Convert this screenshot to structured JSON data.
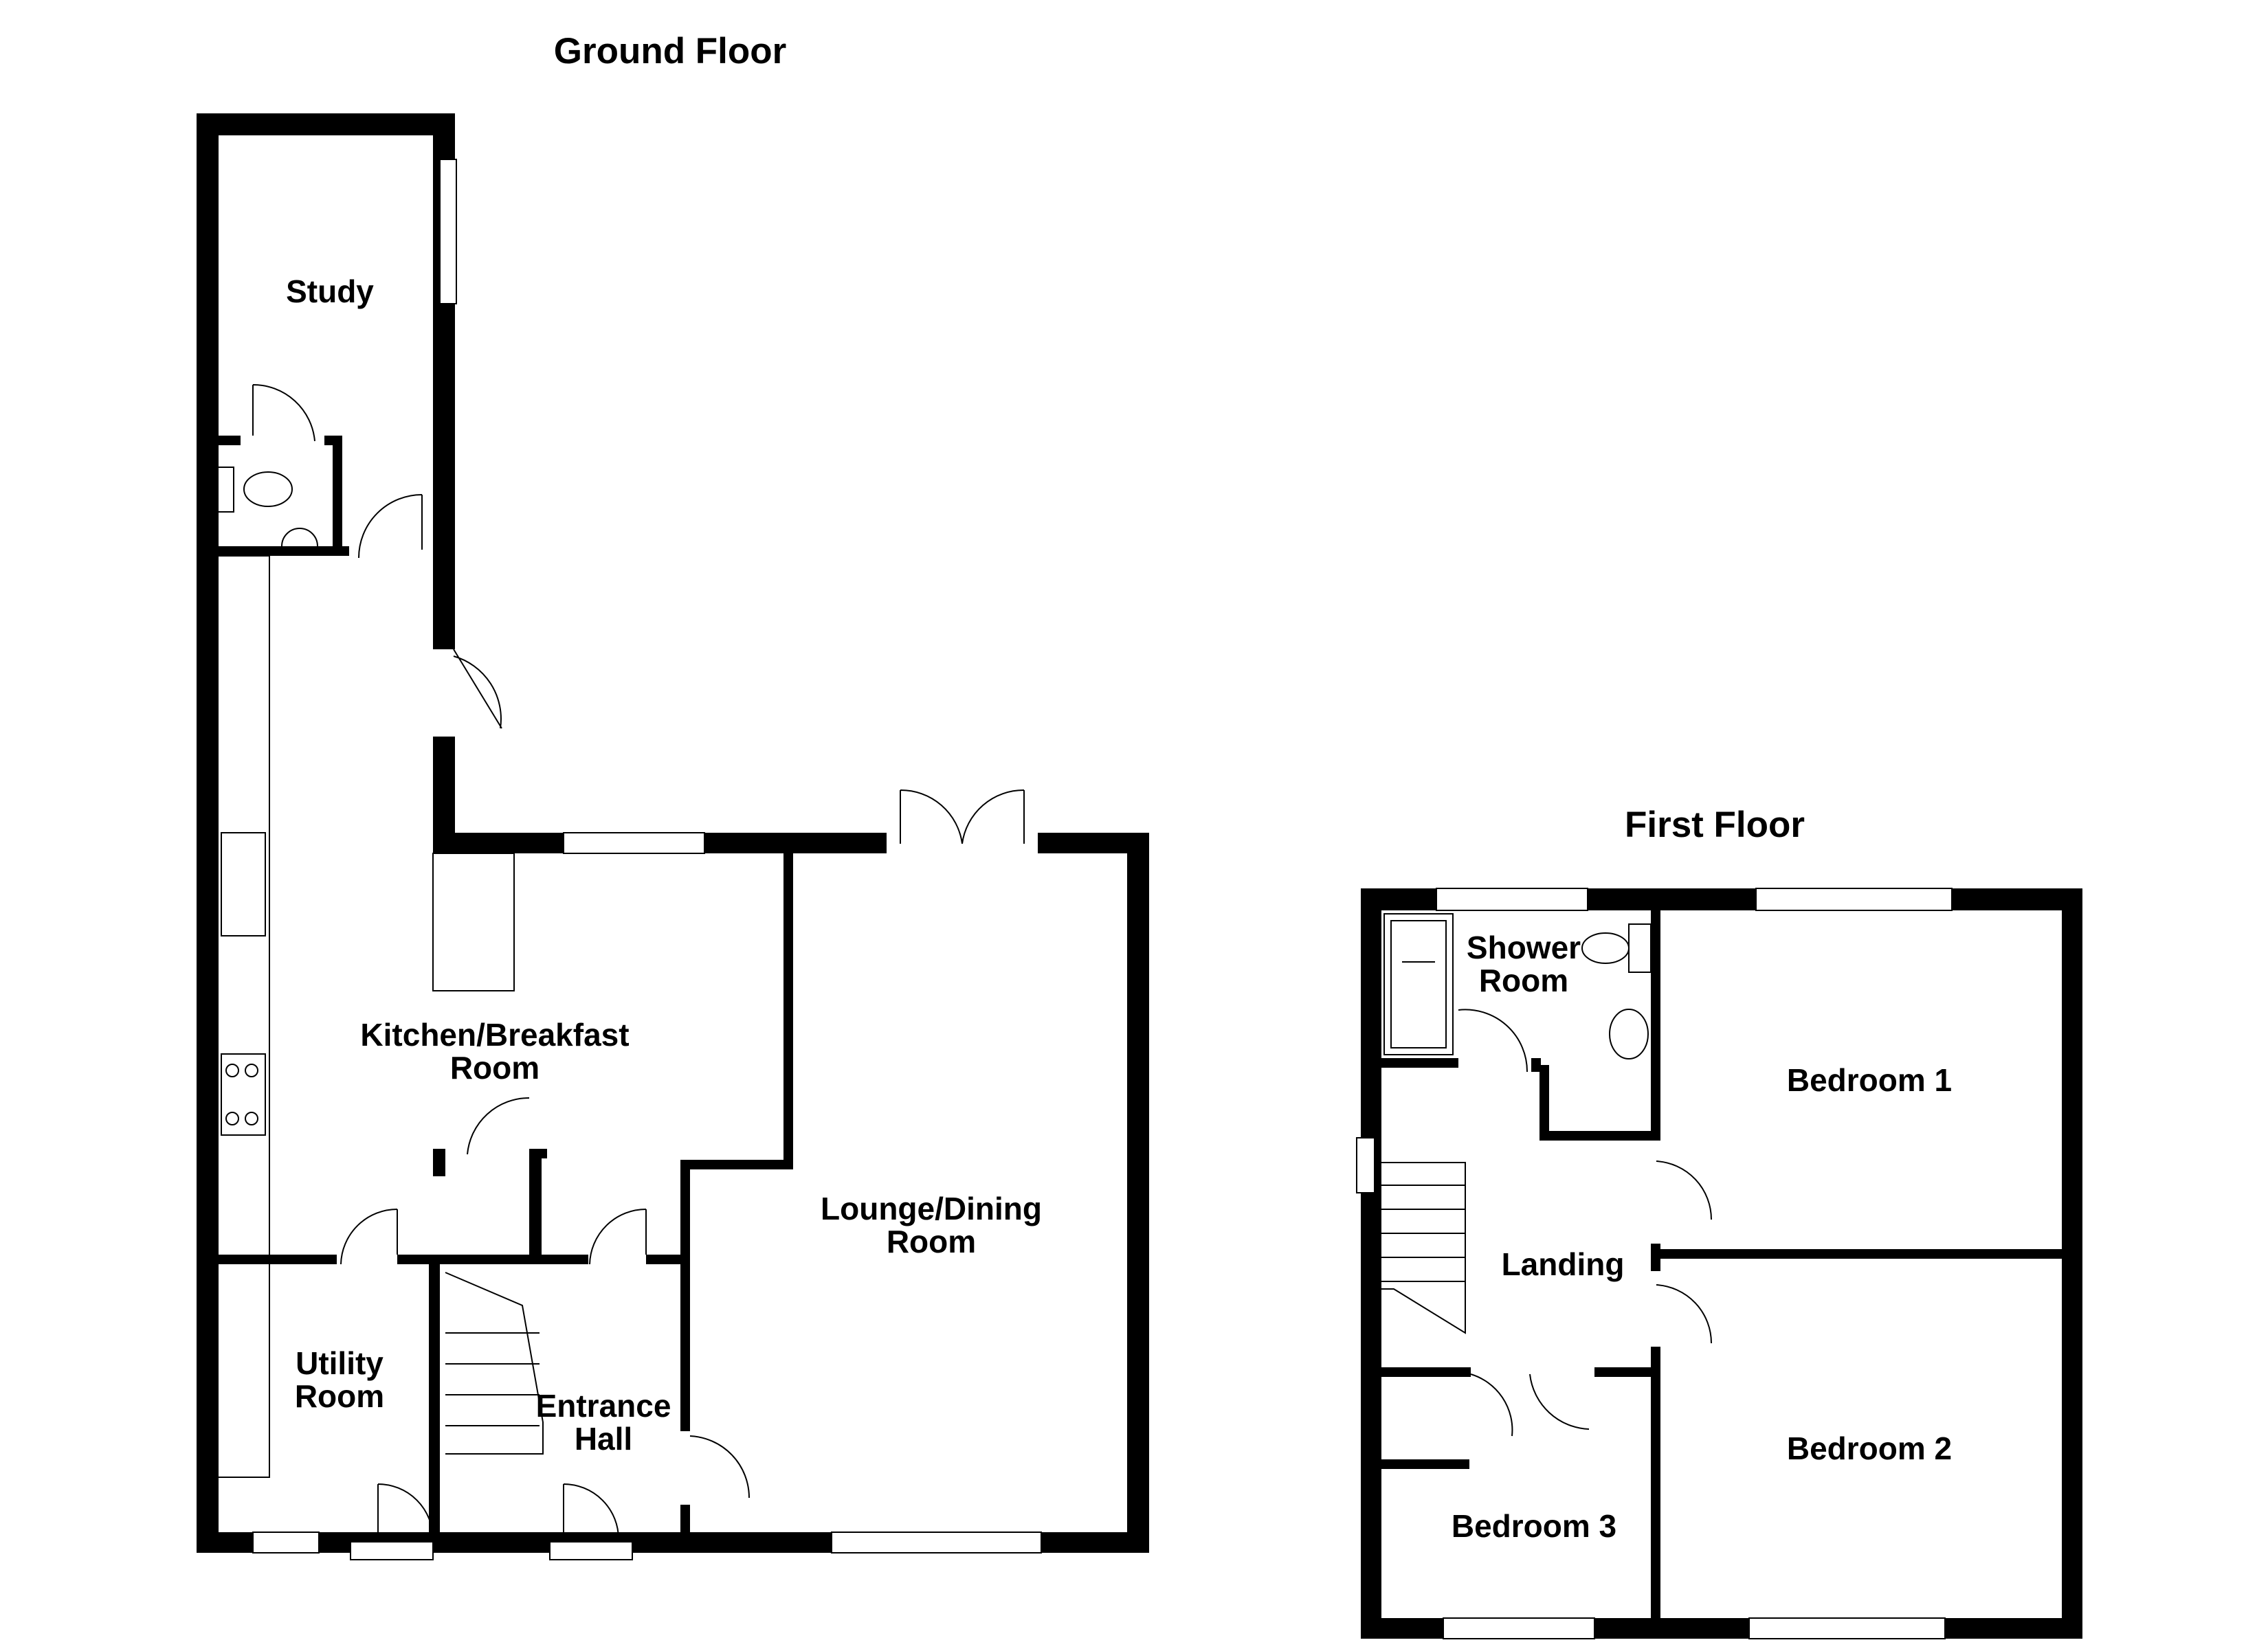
{
  "floors": {
    "ground": {
      "title": "Ground Floor",
      "rooms": {
        "study": "Study",
        "kitchen_line1": "Kitchen/Breakfast",
        "kitchen_line2": "Room",
        "lounge_line1": "Lounge/Dining",
        "lounge_line2": "Room",
        "utility_line1": "Utility",
        "utility_line2": "Room",
        "entrance_line1": "Entrance",
        "entrance_line2": "Hall"
      }
    },
    "first": {
      "title": "First Floor",
      "rooms": {
        "shower_line1": "Shower",
        "shower_line2": "Room",
        "bedroom1": "Bedroom 1",
        "bedroom2": "Bedroom 2",
        "bedroom3": "Bedroom 3",
        "landing": "Landing"
      }
    }
  }
}
